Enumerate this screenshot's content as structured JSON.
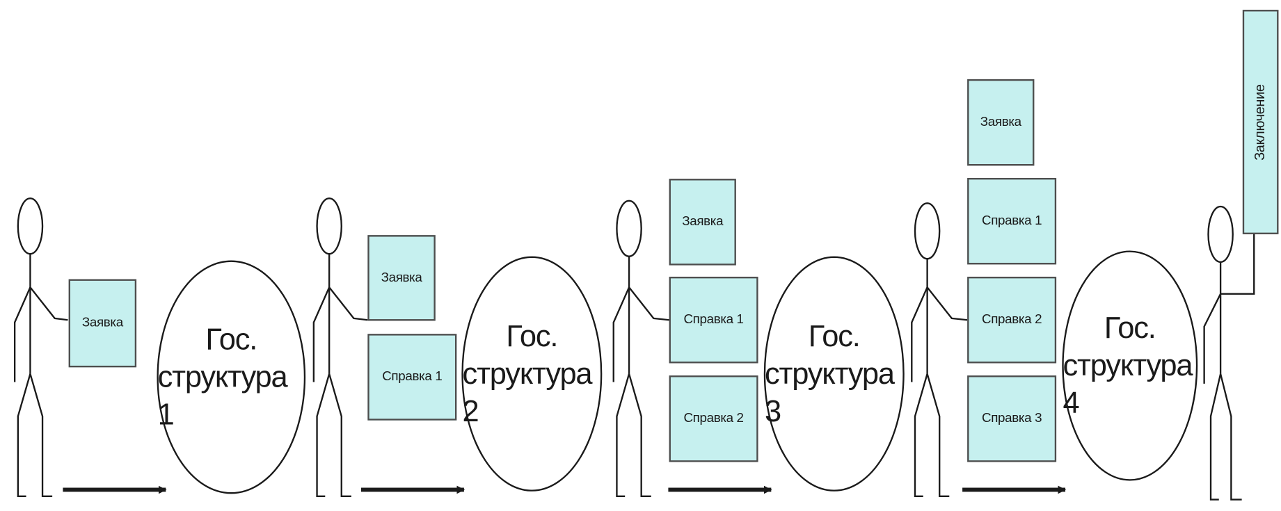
{
  "colors": {
    "document_fill": "#c6f0ef",
    "document_border": "#4d4d4d",
    "line": "#1a1a1a"
  },
  "organizations": [
    {
      "line1": "Гос.",
      "line2": "структура 1"
    },
    {
      "line1": "Гос.",
      "line2": "структура 2"
    },
    {
      "line1": "Гос.",
      "line2": "структура 3"
    },
    {
      "line1": "Гос.",
      "line2": "структура 4"
    }
  ],
  "stages": [
    {
      "documents": [
        "Заявка"
      ]
    },
    {
      "documents": [
        "Заявка",
        "Справка 1"
      ]
    },
    {
      "documents": [
        "Заявка",
        "Справка 1",
        "Справка 2"
      ]
    },
    {
      "documents": [
        "Заявка",
        "Справка 1",
        "Справка 2",
        "Справка 3"
      ]
    },
    {
      "documents": [
        "Заключение"
      ]
    }
  ],
  "icons": [
    "stick-figure-icon",
    "right-arrow-icon"
  ]
}
